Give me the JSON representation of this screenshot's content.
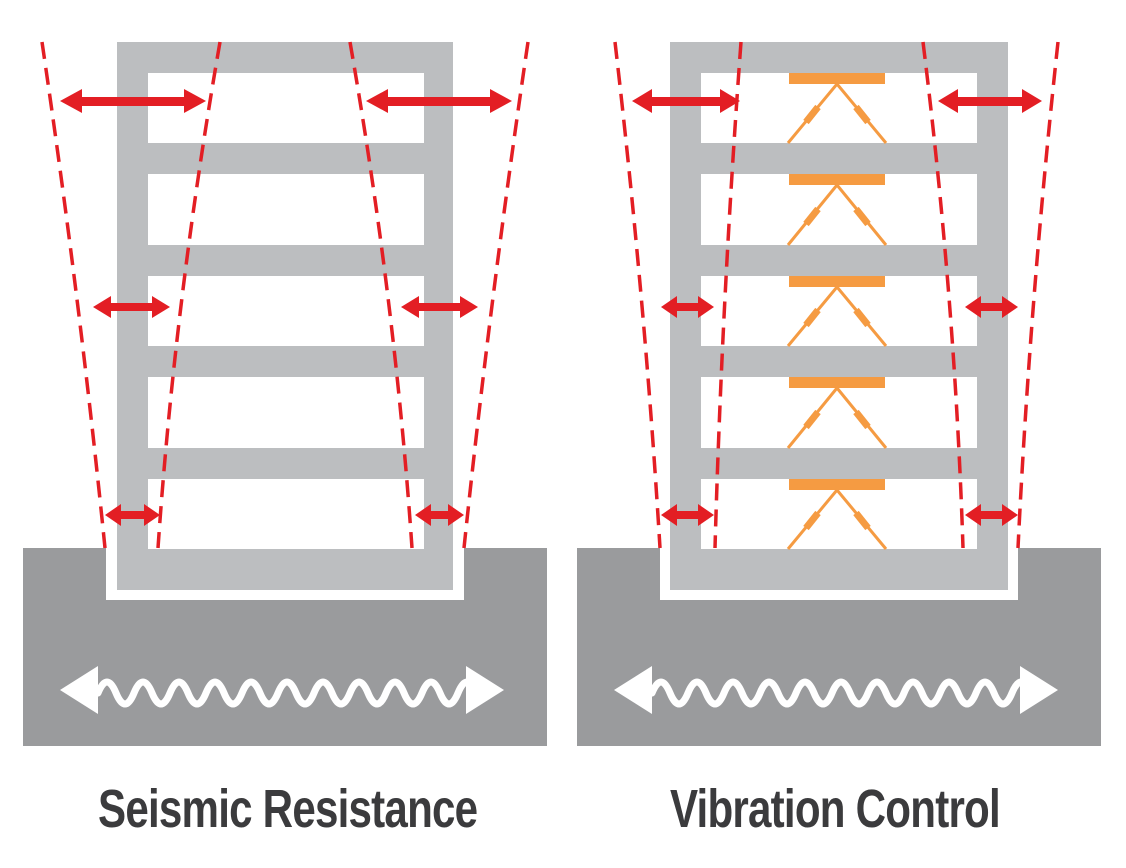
{
  "figure": {
    "panels": [
      {
        "id": "seismic-resistance",
        "caption": "Seismic Resistance",
        "floors": 5,
        "has_dampers": false,
        "sway": "large"
      },
      {
        "id": "vibration-control",
        "caption": "Vibration Control",
        "floors": 5,
        "has_dampers": true,
        "sway": "reduced"
      }
    ],
    "colors": {
      "frame": "#bcbec0",
      "ground": "#9a9b9d",
      "deflection": "#e31e24",
      "damper": "#f59b42",
      "ground_wave": "#ffffff",
      "caption": "#3b3b3d"
    }
  }
}
